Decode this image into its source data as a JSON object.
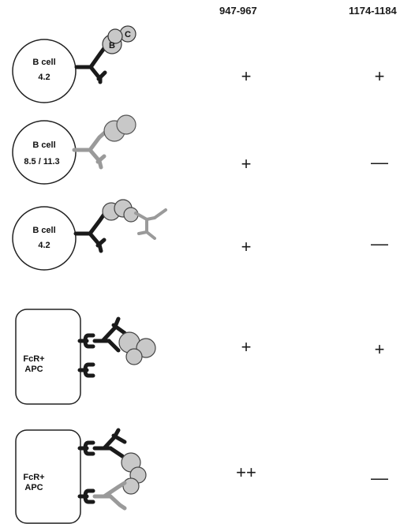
{
  "columns": [
    "947-967",
    "1174-1184"
  ],
  "rows": [
    {
      "cell_type": "circle",
      "cell_lines": [
        "B cell",
        "4.2"
      ],
      "epitope_labels": [
        "B",
        "C"
      ],
      "results": [
        "+",
        "+"
      ]
    },
    {
      "cell_type": "circle",
      "cell_lines": [
        "B cell",
        "8.5 / 11.3"
      ],
      "results": [
        "+",
        "—"
      ]
    },
    {
      "cell_type": "circle",
      "cell_lines": [
        "B cell",
        "4.2"
      ],
      "results": [
        "+",
        "—"
      ]
    },
    {
      "cell_type": "rect",
      "cell_lines": [
        "FcR+",
        "APC"
      ],
      "results": [
        "+",
        "+"
      ]
    },
    {
      "cell_type": "rect",
      "cell_lines": [
        "FcR+",
        "APC"
      ],
      "results": [
        "++",
        "—"
      ]
    }
  ],
  "colors": {
    "dark_antibody": "#1a1a1a",
    "light_antibody": "#9a9a9a",
    "antigen_fill": "#c8c8c8"
  }
}
